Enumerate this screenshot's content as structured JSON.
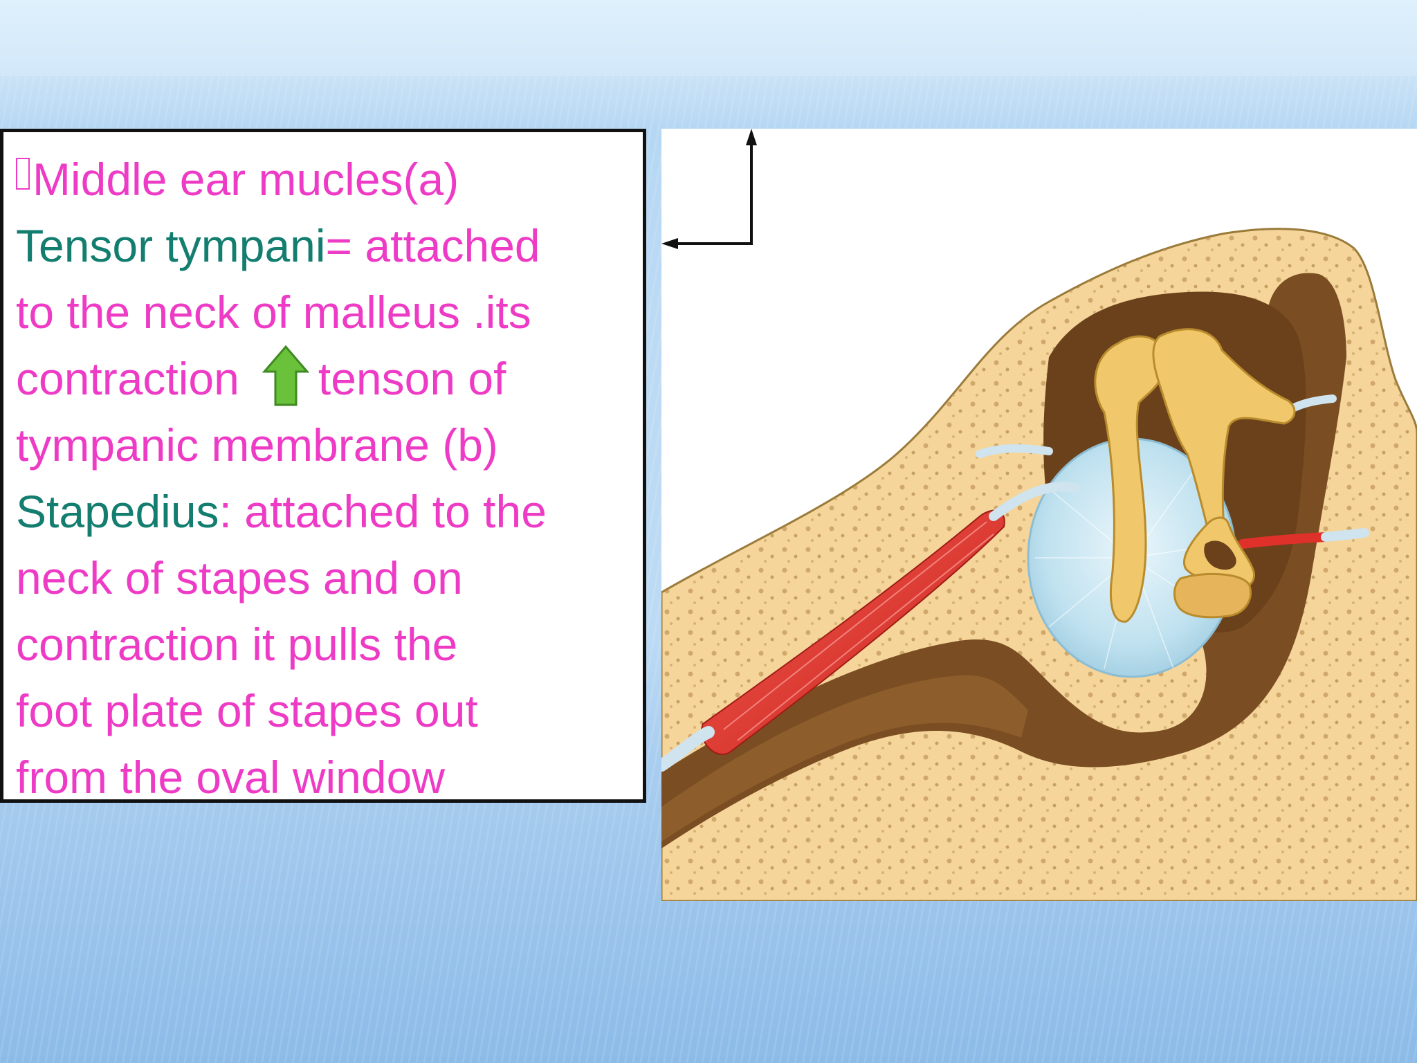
{
  "slide": {
    "lines": [
      {
        "bullet": "",
        "text": "Middle ear mucles(a)"
      },
      {
        "teal": "Tensor tympani",
        "rest": "= attached"
      },
      {
        "text": "to the neck of malleus .its"
      },
      {
        "before": "contraction",
        "arrow_icon": "up-arrow-icon",
        "after": "tenson of"
      },
      {
        "text": "tympanic membrane (b)"
      },
      {
        "teal": "Stapedius",
        "rest": ": attached to the"
      },
      {
        "text": "neck of stapes and on"
      },
      {
        "text": "contraction it pulls the"
      },
      {
        "text": "foot plate of stapes out"
      },
      {
        "text": "from the oval window"
      }
    ]
  },
  "colors": {
    "text_magenta": "#ee3bc6",
    "text_teal": "#137e70",
    "arrow_green": "#6ac13a",
    "bone": "#f5d59a",
    "cavity": "#7a4d22",
    "muscle": "#e0302a",
    "membrane": "#bfe1ef"
  },
  "figure": {
    "description_icon": "middle-ear-anatomy-illustration",
    "pointer_icon": "elbow-arrow-icon"
  }
}
